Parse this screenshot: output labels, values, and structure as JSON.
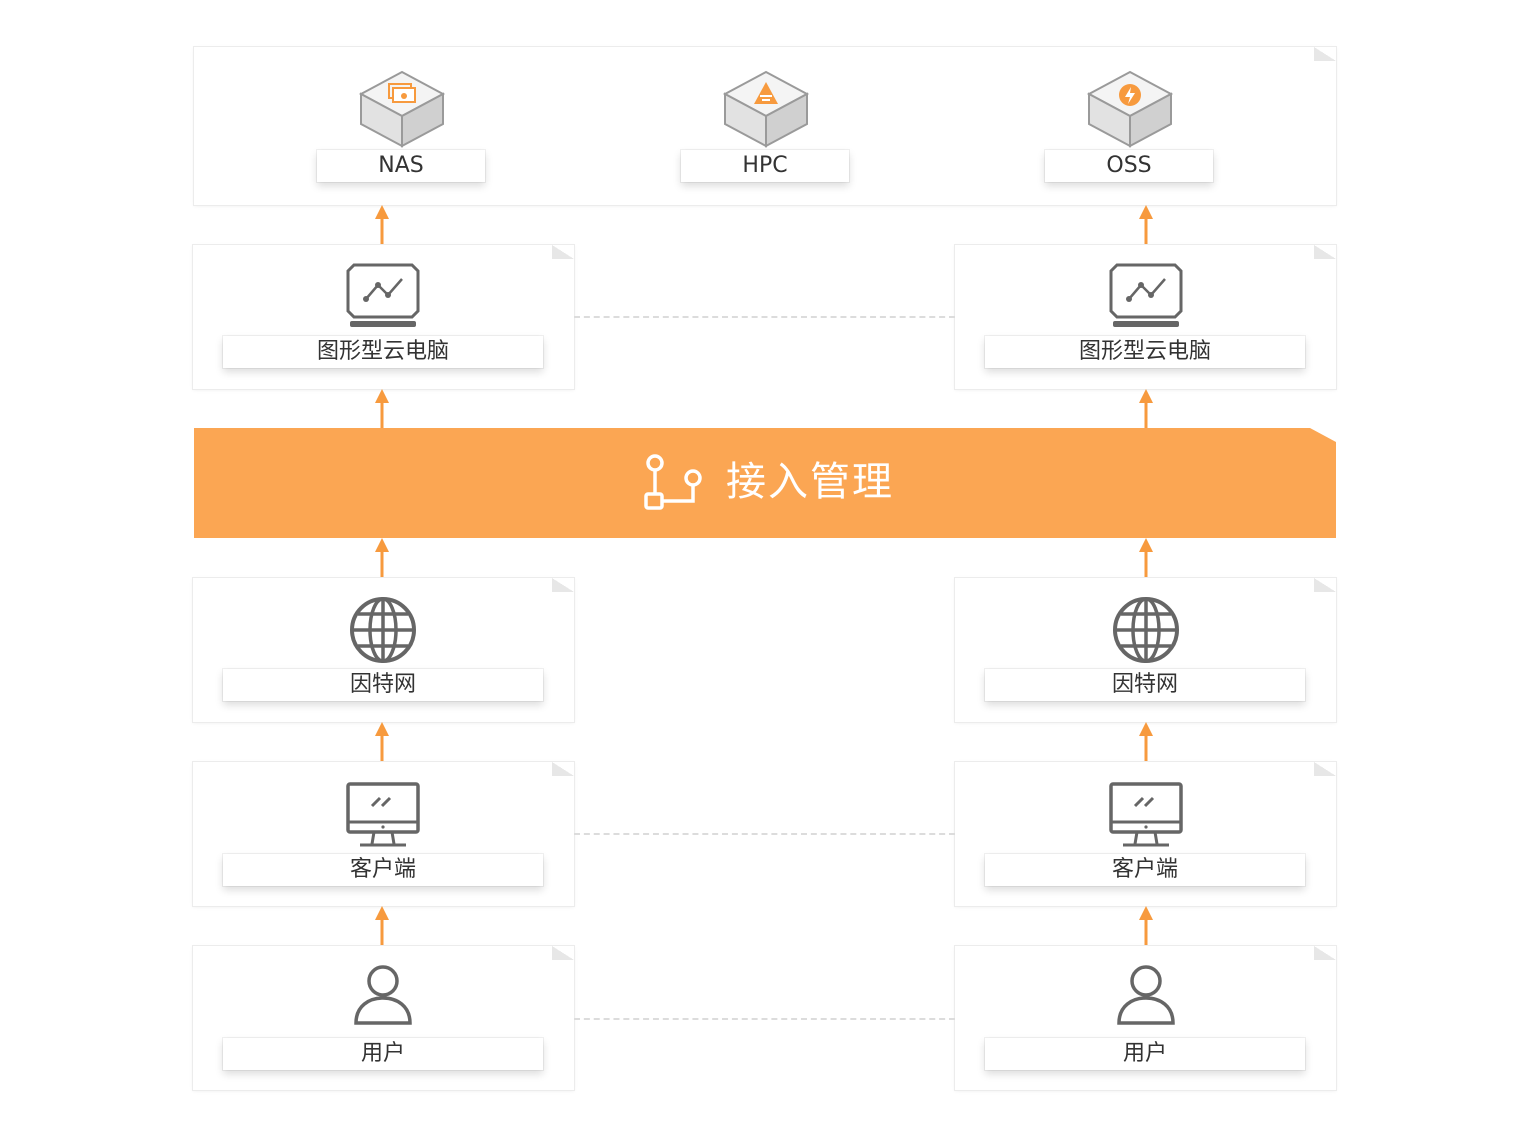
{
  "storage": {
    "nas": "NAS",
    "hpc": "HPC",
    "oss": "OSS"
  },
  "left": {
    "cloud_pc": "图形型云电脑",
    "internet": "因特网",
    "client": "客户端",
    "user": "用户"
  },
  "right": {
    "cloud_pc": "图形型云电脑",
    "internet": "因特网",
    "client": "客户端",
    "user": "用户"
  },
  "access": {
    "title": "接入管理"
  },
  "colors": {
    "accent": "#fba653",
    "arrow": "#f79a3e",
    "icon_gray": "#666666"
  }
}
